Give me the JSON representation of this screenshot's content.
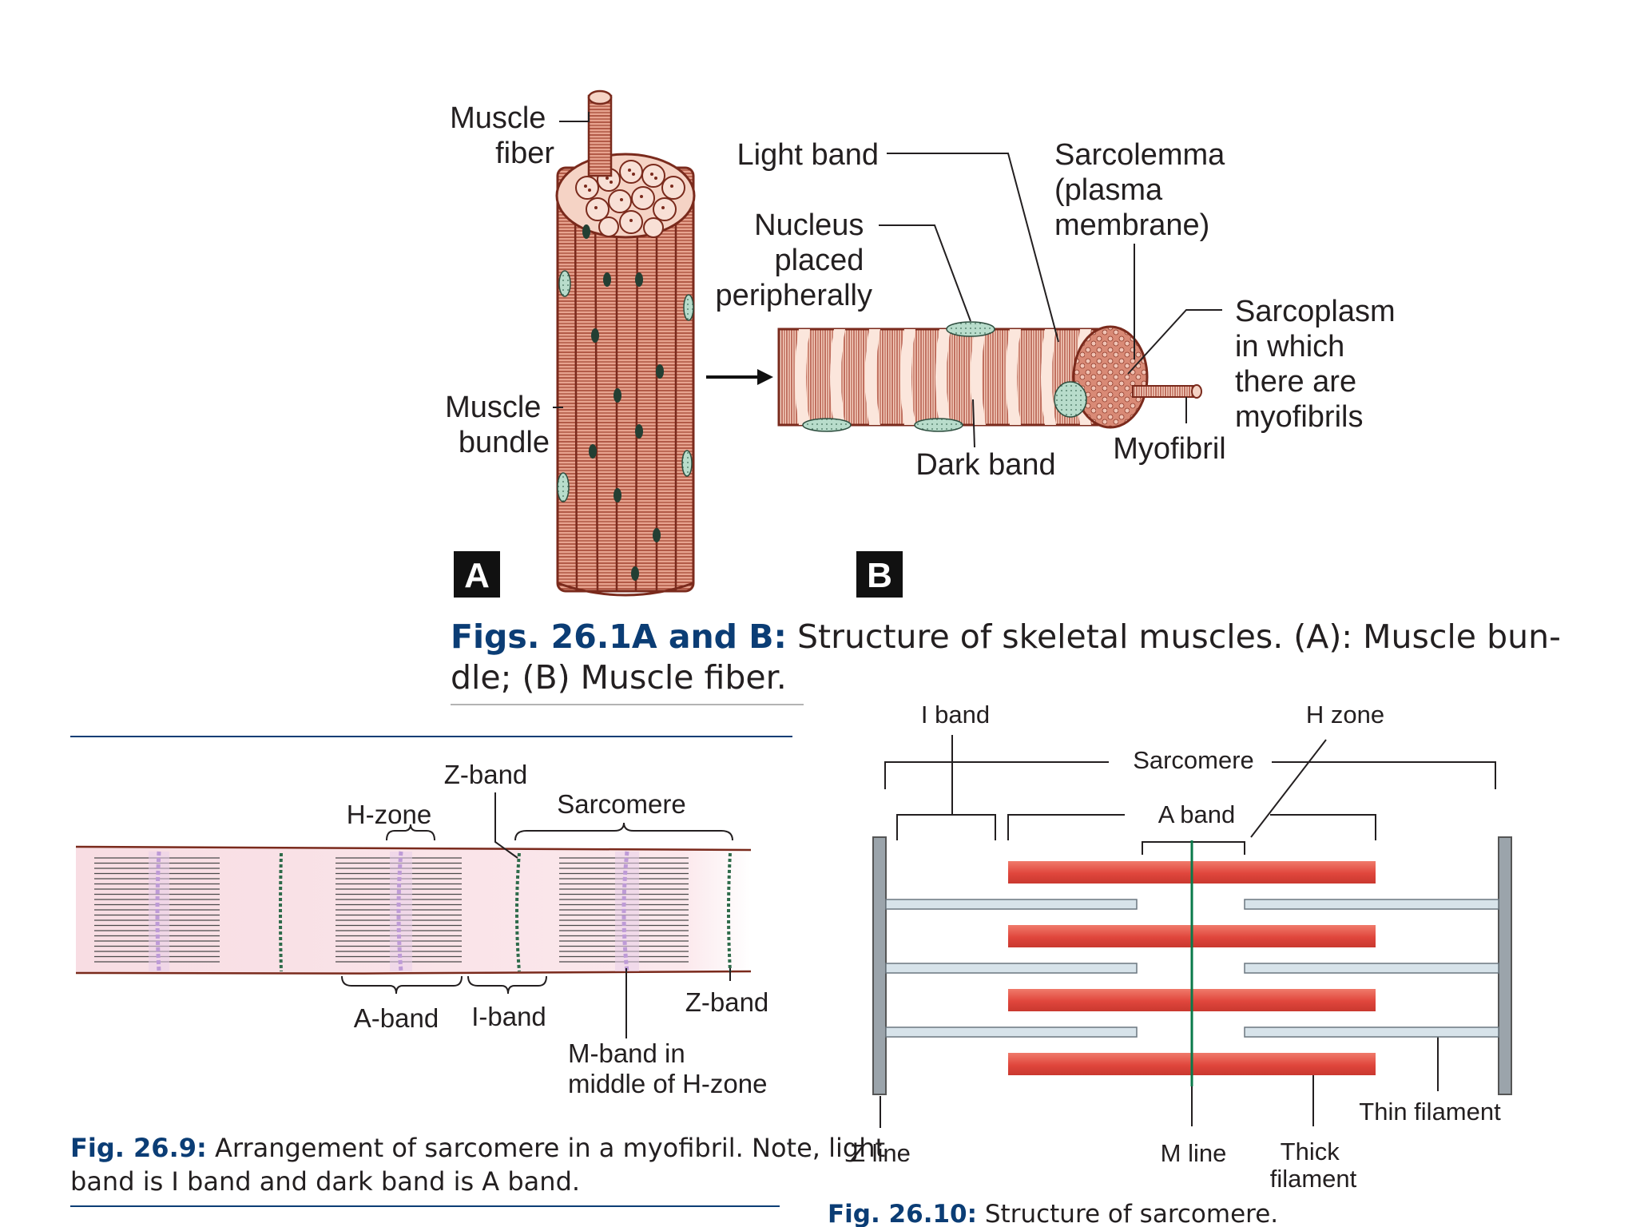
{
  "fig26_1": {
    "labels": {
      "muscle_fiber": [
        "Muscle",
        "fiber"
      ],
      "muscle_bundle": [
        "Muscle",
        "bundle"
      ],
      "light_band": "Light band",
      "nucleus": [
        "Nucleus",
        "placed",
        "peripherally"
      ],
      "sarcolemma": [
        "Sarcolemma",
        "(plasma",
        "membrane)"
      ],
      "sarcoplasm": [
        "Sarcoplasm",
        "in which",
        "there are",
        "myofibrils"
      ],
      "dark_band": "Dark band",
      "myofibril": "Myofibril",
      "panel_a": "A",
      "panel_b": "B"
    },
    "caption": {
      "number": "Figs. 26.1A and B:",
      "line1": " Structure of skeletal muscles. (A): Muscle bun-",
      "line2": "dle; (B) Muscle fiber."
    }
  },
  "fig26_9": {
    "labels": {
      "z_band_top": "Z-band",
      "h_zone": "H-zone",
      "sarcomere": "Sarcomere",
      "a_band": "A-band",
      "i_band": "I-band",
      "z_band_bottom": "Z-band",
      "m_band": [
        "M-band in",
        "middle of H-zone"
      ]
    },
    "caption": {
      "number": "Fig. 26.9:",
      "line1": " Arrangement of sarcomere in a myofibril. Note, light",
      "line2": "band is I band and dark band is A band."
    }
  },
  "fig26_10": {
    "labels": {
      "i_band": "I band",
      "h_zone": "H zone",
      "sarcomere": "Sarcomere",
      "a_band": "A band",
      "z_line": "Z line",
      "m_line": "M line",
      "thick_filament": [
        "Thick",
        "filament"
      ],
      "thin_filament": "Thin filament"
    },
    "caption": {
      "number": "Fig. 26.10:",
      "text": " Structure of sarcomere."
    }
  },
  "colors": {
    "muscle_fill": "#e8a48f",
    "muscle_stroke": "#7a2a1c",
    "fiber_light": "#f9ddd2",
    "nucleus": "#b8dccb",
    "thick_filament": "#e0463c",
    "thin_filament": "#d7e3ea",
    "z_disc": "#9ba4ab",
    "m_line": "#0a7a4a",
    "caption_blue": "#0b3d75",
    "h_zone_band": "#8a5cc0",
    "z_band_green": "#2e6b4a",
    "myofibril_pink": "#fbe6ea"
  }
}
